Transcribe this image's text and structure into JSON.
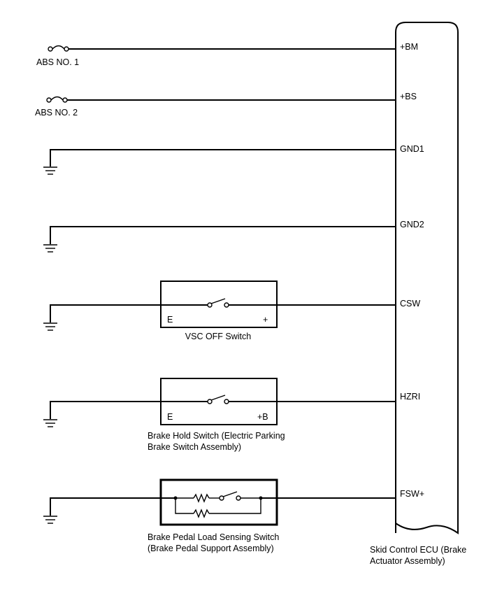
{
  "fuses": [
    "ABS NO. 1",
    "ABS NO. 2"
  ],
  "ecu": {
    "terminals": [
      "+BM",
      "+BS",
      "GND1",
      "GND2",
      "CSW",
      "HZRI",
      "FSW+"
    ],
    "label_lines": [
      "Skid Control ECU (Brake",
      "Actuator Assembly)"
    ]
  },
  "vsc_switch": {
    "pin_left": "E",
    "pin_right": "+",
    "label_lines": [
      "VSC OFF Switch"
    ]
  },
  "hold_switch": {
    "pin_left": "E",
    "pin_right": "+B",
    "label_lines": [
      "Brake Hold Switch (Electric Parking",
      "Brake Switch Assembly)"
    ]
  },
  "load_switch": {
    "label_lines": [
      "Brake Pedal Load Sensing Switch",
      "(Brake Pedal Support Assembly)"
    ]
  }
}
